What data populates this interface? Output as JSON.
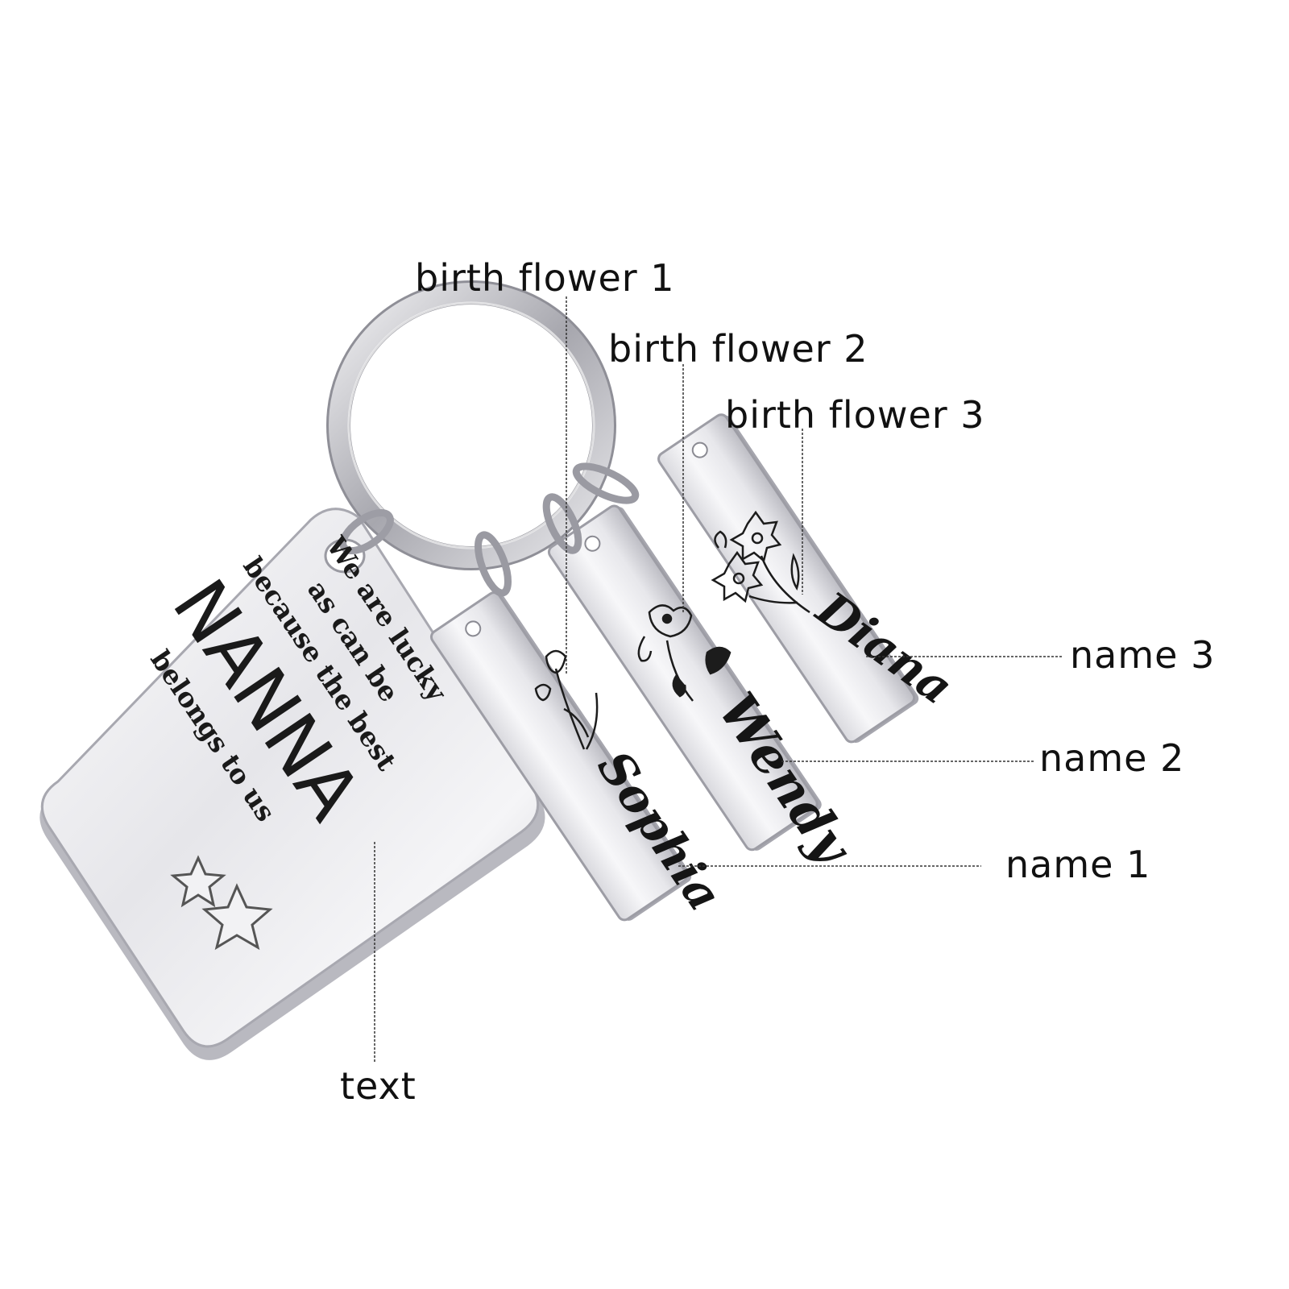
{
  "callouts": {
    "birth_flower_1": "birth flower 1",
    "birth_flower_2": "birth flower 2",
    "birth_flower_3": "birth flower 3",
    "name_1": "name 1",
    "name_2": "name 2",
    "name_3": "name 3",
    "text": "text"
  },
  "engraving": {
    "line_1": "We are lucky",
    "line_2": "as can be",
    "line_3": "because the best",
    "line_4": "NANNA",
    "line_5": "belongs to us"
  },
  "bars": {
    "name_1": "Sophia",
    "name_2": "Wendy",
    "name_3": "Diana"
  },
  "colors": {
    "background": "#ffffff",
    "metal_light": "#f4f4f6",
    "metal_mid": "#cfcfd4",
    "metal_dark": "#8e8e96",
    "engraving": "#1a1a1a",
    "leader_line": "#333333"
  }
}
